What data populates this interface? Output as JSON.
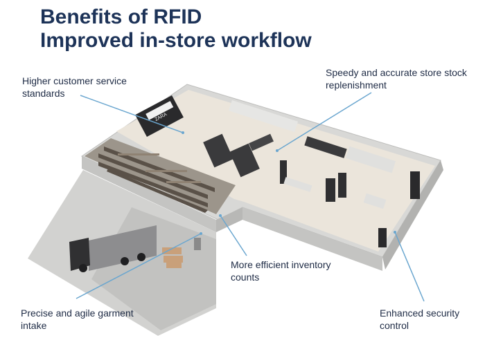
{
  "title": {
    "line1": "Benefits of RFID",
    "line2": "Improved in-store workflow"
  },
  "callouts": {
    "customer_service": "Higher customer service standards",
    "replenishment": "Speedy and accurate store stock replenishment",
    "inventory": "More efficient inventory counts",
    "intake": "Precise and agile garment intake",
    "security": "Enhanced security control"
  },
  "store_sign": "ZARA",
  "colors": {
    "title": "#1d3358",
    "text": "#1d2a44",
    "leader_line": "#6aa6cf",
    "floor": "#ebe5db",
    "wall": "#cfcfcd",
    "fixture": "#3a3a3c"
  }
}
